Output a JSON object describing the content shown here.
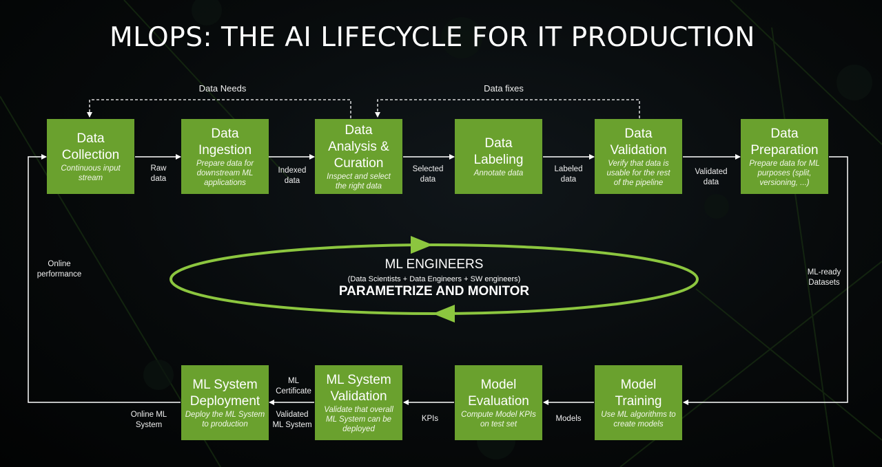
{
  "title": "MLOPS: THE AI LIFECYCLE FOR IT PRODUCTION",
  "stages": [
    {
      "title": "Data\nCollection",
      "desc": "Continuous input\nstream"
    },
    {
      "title": "Data\nIngestion",
      "desc": "Prepare data for\ndownstream ML\napplications"
    },
    {
      "title": "Data\nAnalysis &\nCuration",
      "desc": "Inspect and select\nthe right data"
    },
    {
      "title": "Data\nLabeling",
      "desc": "Annotate data"
    },
    {
      "title": "Data\nValidation",
      "desc": "Verify that data is\nusable for the rest\nof the pipeline"
    },
    {
      "title": "Data\nPreparation",
      "desc": "Prepare data for ML\npurposes (split,\nversioning, ...)"
    },
    {
      "title": "Model\nTraining",
      "desc": "Use ML algorithms to\ncreate models"
    },
    {
      "title": "Model\nEvaluation",
      "desc": "Compute Model KPIs\non test set"
    },
    {
      "title": "ML System\nValidation",
      "desc": "Validate that overall\nML System can be\ndeployed"
    },
    {
      "title": "ML System\nDeployment",
      "desc": "Deploy the ML System\nto production"
    }
  ],
  "flow_labels": {
    "raw_data": "Raw\ndata",
    "indexed_data": "Indexed\ndata",
    "selected_data": "Selected\ndata",
    "labeled_data": "Labeled\ndata",
    "validated_data": "Validated\ndata",
    "ml_ready": "ML-ready\nDatasets",
    "models": "Models",
    "kpis": "KPIs",
    "ml_certificate": "ML\nCertificate",
    "validated_system": "Validated\nML System",
    "online_system": "Online ML\nSystem",
    "online_performance": "Online\nperformance"
  },
  "feedback_labels": {
    "data_needs": "Data Needs",
    "data_fixes": "Data fixes"
  },
  "center": {
    "heading": "ML ENGINEERS",
    "subheading": "(Data Scientists + Data Engineers + SW engineers)",
    "action": "PARAMETRIZE AND MONITOR"
  },
  "colors": {
    "stage_fill": "#6aa12e",
    "accent_green": "#8cc63f",
    "line": "#ffffff",
    "background": "#050808"
  }
}
